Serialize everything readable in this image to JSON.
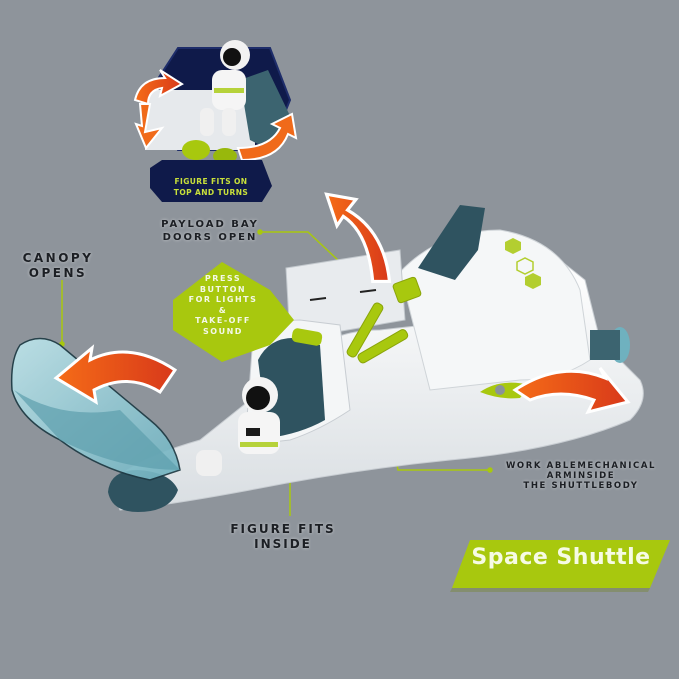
{
  "title": "Space Shuttle",
  "colors": {
    "background": "#8e949b",
    "accent_green": "#a8c80e",
    "arrow_orange": "#f06a1a",
    "arrow_red": "#d63a14",
    "hull_white": "#f4f6f7",
    "hull_dark": "#2f5360",
    "canopy_blue": "#9fd3dc",
    "badge_navy": "#0f1a4a"
  },
  "callouts": {
    "top_badge": {
      "line1": "FIGURE FITS ON",
      "line2": "TOP AND TURNS"
    },
    "payload": {
      "line1": "PAYLOAD BAY",
      "line2": "DOORS OPEN"
    },
    "canopy": {
      "line1": "CANOPY",
      "line2": "OPENS"
    },
    "press_button": {
      "line1": "PRESS",
      "line2": "BUTTON",
      "line3": "FOR LIGHTS",
      "line4": "&",
      "line5": "TAKE-OFF",
      "line6": "SOUND"
    },
    "mechanical_arm": {
      "line1": "WORK ABLEMECHANICAL",
      "line2": "ARMINSIDE",
      "line3": "THE SHUTTLEBODY"
    },
    "figure_inside": {
      "line1": "FIGURE FITS",
      "line2": "INSIDE"
    }
  },
  "icons": {
    "rotate_arrows": "rotate-arrows-icon",
    "canopy_arrow": "curved-arrow-left-icon",
    "payload_arrow": "curved-arrow-up-icon",
    "wing_arrow": "curved-arrow-down-icon"
  }
}
